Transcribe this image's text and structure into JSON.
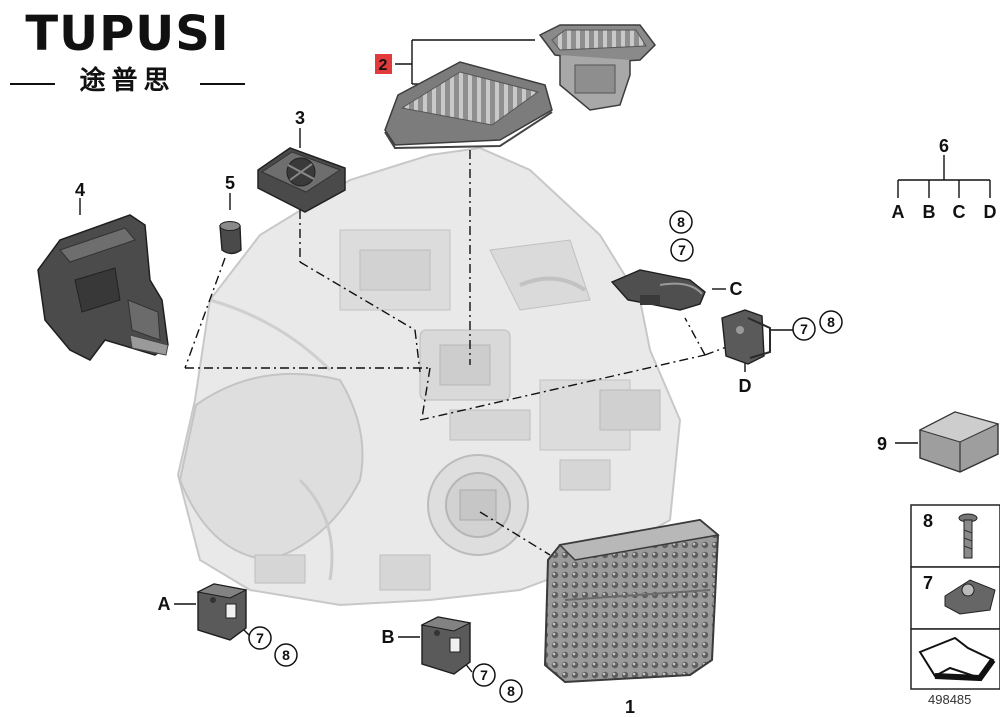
{
  "brand": {
    "name": "TUPUSI",
    "subtitle": "途普思"
  },
  "document_number": "498485",
  "part_numbers": [
    "1",
    "2",
    "3",
    "4",
    "5",
    "6",
    "9"
  ],
  "variant_letters": [
    "A",
    "B",
    "C",
    "D"
  ],
  "sub_refs": {
    "seven": "7",
    "eight": "8"
  },
  "highlight_color": "#e23a3a"
}
